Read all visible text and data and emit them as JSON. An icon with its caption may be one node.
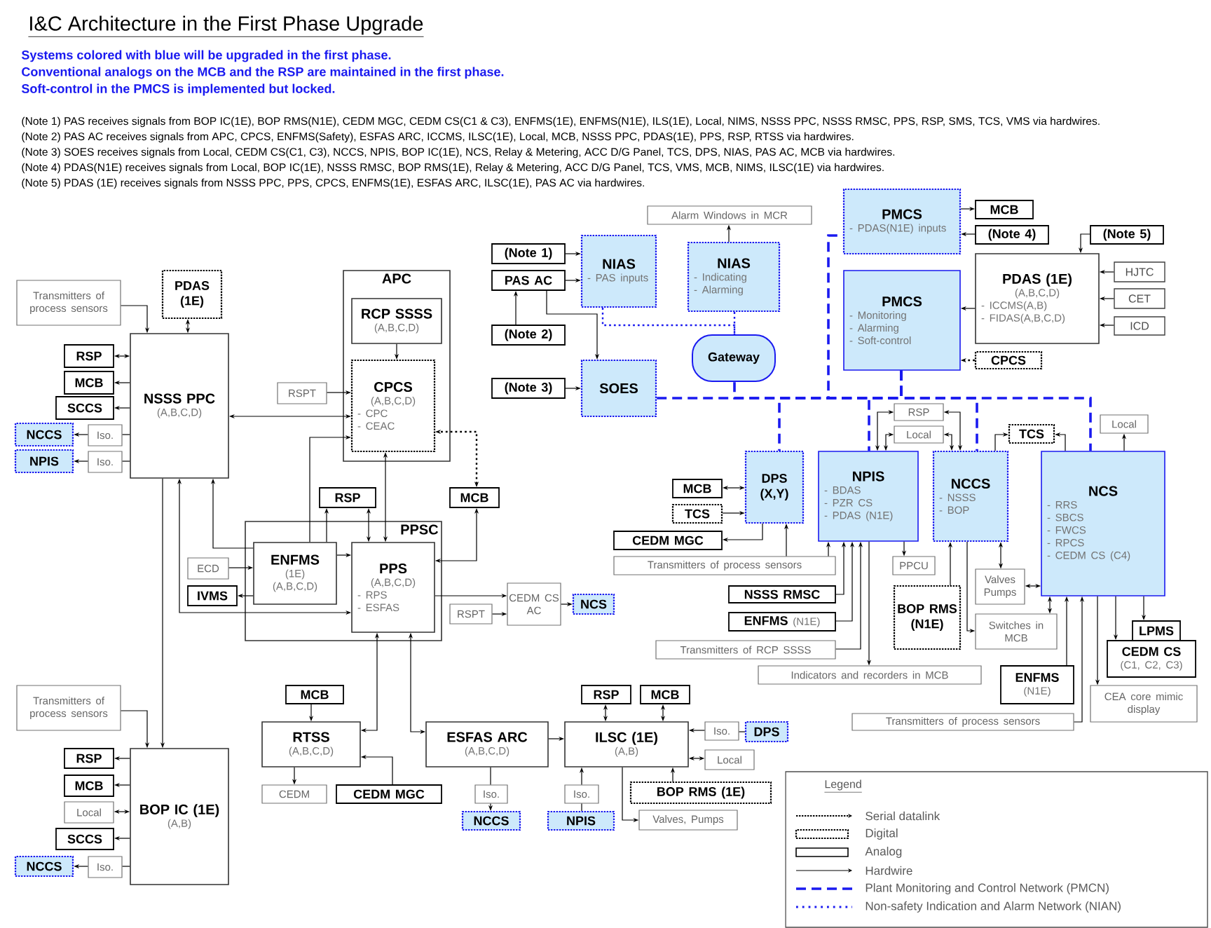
{
  "diagram": {
    "title": "I&C Architecture in the First Phase Upgrade",
    "nodes": [
      {
        "text": [
          "Transmitters of process sensors"
        ]
      },
      {
        "text": [
          "PDAS (1E)"
        ]
      },
      {
        "text": [
          "RSP"
        ]
      },
      {
        "text": [
          "MCB"
        ]
      },
      {
        "text": [
          "SCCS"
        ]
      },
      {
        "text": [
          "NCCS"
        ]
      },
      {
        "text": [
          "Iso."
        ]
      },
      {
        "text": [
          "NPIS"
        ]
      },
      {
        "text": [
          "Iso."
        ]
      },
      {
        "text": [
          "NSSS PPC",
          "(A,B,C,D)"
        ]
      },
      {
        "text": [
          "APC"
        ]
      },
      {
        "text": [
          "RCP SSSS",
          "(A,B,C,D)"
        ],
        "in": 10
      },
      {
        "text": [
          "CPCS",
          "(A,B,C,D)",
          "- CPC",
          "- CEAC"
        ],
        "in": 10
      },
      {
        "text": [
          "RSPT"
        ]
      },
      {
        "text": [
          "RSP"
        ]
      },
      {
        "text": [
          "MCB"
        ]
      },
      {
        "text": [
          "PPSC"
        ]
      },
      {
        "text": [
          "ENFMS",
          "(1E)",
          "(A,B,C,D)"
        ],
        "in": 16
      },
      {
        "text": [
          "PPS",
          "(A,B,C,D)",
          "- RPS",
          "- ESFAS"
        ],
        "in": 16
      },
      {
        "text": [
          "ECD"
        ]
      },
      {
        "text": [
          "IVMS"
        ]
      },
      {
        "text": [
          "RSPT"
        ]
      },
      {
        "text": [
          "CEDM CS AC"
        ]
      },
      {
        "text": [
          "NCS"
        ]
      },
      {
        "text": [
          "Transmitters of process sensors"
        ]
      },
      {
        "text": [
          "RSP"
        ]
      },
      {
        "text": [
          "MCB"
        ]
      },
      {
        "text": [
          "Local"
        ]
      },
      {
        "text": [
          "SCCS"
        ]
      },
      {
        "text": [
          "NCCS"
        ]
      },
      {
        "text": [
          "Iso."
        ]
      },
      {
        "text": [
          "BOP IC (1E)",
          "(A,B)"
        ]
      },
      {
        "text": [
          "MCB"
        ]
      },
      {
        "text": [
          "RTSS",
          "(A,B,C,D)"
        ]
      },
      {
        "text": [
          "CEDM"
        ]
      },
      {
        "text": [
          "CEDM MGC"
        ]
      },
      {
        "text": [
          "ESFAS ARC",
          "(A,B,C,D)"
        ]
      },
      {
        "text": [
          "Iso."
        ]
      },
      {
        "text": [
          "NCCS"
        ]
      },
      {
        "text": [
          "ILSC (1E)",
          "(A,B)"
        ]
      },
      {
        "text": [
          "RSP"
        ]
      },
      {
        "text": [
          "MCB"
        ]
      },
      {
        "text": [
          "Iso."
        ]
      },
      {
        "text": [
          "DPS"
        ]
      },
      {
        "text": [
          "Local"
        ]
      },
      {
        "text": [
          "Iso."
        ]
      },
      {
        "text": [
          "NPIS"
        ]
      },
      {
        "text": [
          "BOP RMS (1E)"
        ]
      },
      {
        "text": [
          "Valves, Pumps"
        ]
      },
      {
        "text": [
          "(Note 1)"
        ]
      },
      {
        "text": [
          "NIAS",
          "- PAS inputs"
        ]
      },
      {
        "text": [
          "PAS AC"
        ]
      },
      {
        "text": [
          "(Note 2)"
        ]
      },
      {
        "text": [
          "(Note 3)"
        ]
      },
      {
        "text": [
          "SOES"
        ]
      },
      {
        "text": [
          "Alarm Windows in MCR"
        ]
      },
      {
        "text": [
          "NIAS",
          "- Indicating",
          "- Alarming"
        ]
      },
      {
        "text": [
          "Gateway"
        ]
      },
      {
        "text": [
          "PMCS",
          "- PDAS(N1E) inputs"
        ]
      },
      {
        "text": [
          "MCB"
        ]
      },
      {
        "text": [
          "(Note 4)"
        ]
      },
      {
        "text": [
          "(Note 5)"
        ]
      },
      {
        "text": [
          "PMCS",
          "- Monitoring",
          "- Alarming",
          "- Soft-control"
        ]
      },
      {
        "text": [
          "PDAS (1E)",
          "(A,B,C,D)",
          "- ICCMS(A,B)",
          "- FIDAS(A,B,C,D)"
        ]
      },
      {
        "text": [
          "HJTC"
        ]
      },
      {
        "text": [
          "CET"
        ]
      },
      {
        "text": [
          "ICD"
        ]
      },
      {
        "text": [
          "CPCS"
        ]
      },
      {
        "text": [
          "RSP"
        ]
      },
      {
        "text": [
          "Local"
        ]
      },
      {
        "text": [
          "TCS"
        ]
      },
      {
        "text": [
          "Local"
        ]
      },
      {
        "text": [
          "MCB"
        ]
      },
      {
        "text": [
          "TCS"
        ]
      },
      {
        "text": [
          "CEDM MGC"
        ]
      },
      {
        "text": [
          "DPS (X,Y)"
        ]
      },
      {
        "text": [
          "NPIS",
          "- BDAS",
          "- PZR CS",
          "- PDAS (N1E)"
        ]
      },
      {
        "text": [
          "NCCS",
          "- NSSS",
          "- BOP"
        ]
      },
      {
        "text": [
          "NCS",
          "- RRS",
          "- SBCS",
          "- FWCS",
          "- RPCS",
          "- CEDM CS (C4)"
        ]
      },
      {
        "text": [
          "Transmitters of process sensors"
        ]
      },
      {
        "text": [
          "PPCU"
        ]
      },
      {
        "text": [
          "NSSS RMSC"
        ]
      },
      {
        "text": [
          "ENFMS",
          "(N1E)"
        ]
      },
      {
        "text": [
          "Transmitters of RCP SSSS"
        ]
      },
      {
        "text": [
          "BOP RMS (N1E)"
        ]
      },
      {
        "text": [
          "Valves Pumps"
        ]
      },
      {
        "text": [
          "Switches in MCB"
        ]
      },
      {
        "text": [
          "Indicators and recorders in MCB"
        ]
      },
      {
        "text": [
          "LPMS"
        ]
      },
      {
        "text": [
          "CEDM CS",
          "(C1, C2, C3)"
        ]
      },
      {
        "text": [
          "ENFMS",
          "(N1E)"
        ]
      },
      {
        "text": [
          "CEA core mimic display"
        ]
      },
      {
        "text": [
          "Transmitters of process sensors"
        ]
      }
    ],
    "edges": [
      {
        "from": 0,
        "to": 9,
        "arrow": "to"
      },
      {
        "from": 1,
        "to": 9,
        "arrow": "both"
      },
      {
        "from": 2,
        "to": 9,
        "arrow": "both"
      },
      {
        "from": 9,
        "to": 3,
        "arrow": "to"
      },
      {
        "from": 9,
        "to": 4,
        "arrow": "to"
      },
      {
        "from": 9,
        "to": 6,
        "arrow": "none"
      },
      {
        "from": 6,
        "to": 5,
        "arrow": "to"
      },
      {
        "from": 9,
        "to": 8,
        "arrow": "none"
      },
      {
        "from": 8,
        "to": 7,
        "arrow": "to"
      },
      {
        "from": 9,
        "to": 12,
        "arrow": "both"
      },
      {
        "from": 13,
        "to": 12,
        "arrow": "to"
      },
      {
        "from": 11,
        "to": 12,
        "arrow": "to"
      },
      {
        "from": 15,
        "to": 12,
        "arrow": "both",
        "style": "dashed"
      },
      {
        "from": 12,
        "to": 18,
        "arrow": "both"
      },
      {
        "from": 17,
        "to": 12,
        "arrow": "to"
      },
      {
        "from": 17,
        "to": 14,
        "arrow": "to"
      },
      {
        "from": 14,
        "to": 18,
        "arrow": "both"
      },
      {
        "from": 18,
        "to": 15,
        "arrow": "both"
      },
      {
        "from": 17,
        "to": 18,
        "arrow": "to"
      },
      {
        "from": 19,
        "to": 17,
        "arrow": "to"
      },
      {
        "from": 17,
        "to": 20,
        "arrow": "to"
      },
      {
        "from": 17,
        "to": 9,
        "arrow": "to"
      },
      {
        "from": 9,
        "to": 18,
        "arrow": "both"
      },
      {
        "from": 9,
        "to": 31,
        "arrow": "to"
      },
      {
        "from": 18,
        "to": 22,
        "arrow": "to"
      },
      {
        "from": 21,
        "to": 22,
        "arrow": "to"
      },
      {
        "from": 22,
        "to": 23,
        "arrow": "to"
      },
      {
        "from": 18,
        "to": 33,
        "arrow": "both"
      },
      {
        "from": 18,
        "to": 36,
        "arrow": "both"
      },
      {
        "from": 32,
        "to": 33,
        "arrow": "to"
      },
      {
        "from": 33,
        "to": 34,
        "arrow": "to"
      },
      {
        "from": 35,
        "to": 33,
        "arrow": "to"
      },
      {
        "from": 36,
        "to": 39,
        "arrow": "to"
      },
      {
        "from": 36,
        "to": 37,
        "arrow": "none"
      },
      {
        "from": 37,
        "to": 38,
        "arrow": "to"
      },
      {
        "from": 40,
        "to": 39,
        "arrow": "both"
      },
      {
        "from": 41,
        "to": 39,
        "arrow": "both"
      },
      {
        "from": 42,
        "to": 39,
        "arrow": "to"
      },
      {
        "from": 43,
        "to": 42,
        "arrow": "none"
      },
      {
        "from": 39,
        "to": 44,
        "arrow": "both"
      },
      {
        "from": 45,
        "to": 39,
        "arrow": "to"
      },
      {
        "from": 46,
        "to": 45,
        "arrow": "none"
      },
      {
        "from": 47,
        "to": 39,
        "arrow": "to"
      },
      {
        "from": 39,
        "to": 48,
        "arrow": "to"
      },
      {
        "from": 24,
        "to": 31,
        "arrow": "to"
      },
      {
        "from": 31,
        "to": 25,
        "arrow": "to"
      },
      {
        "from": 31,
        "to": 26,
        "arrow": "to"
      },
      {
        "from": 31,
        "to": 27,
        "arrow": "both"
      },
      {
        "from": 31,
        "to": 28,
        "arrow": "to"
      },
      {
        "from": 31,
        "to": 30,
        "arrow": "none"
      },
      {
        "from": 30,
        "to": 29,
        "arrow": "to"
      },
      {
        "from": 49,
        "to": 50,
        "arrow": "to"
      },
      {
        "from": 51,
        "to": 50,
        "arrow": "to"
      },
      {
        "from": 52,
        "to": 51,
        "arrow": "to"
      },
      {
        "from": 51,
        "to": 54,
        "arrow": "to"
      },
      {
        "from": 53,
        "to": 54,
        "arrow": "to"
      },
      {
        "from": 56,
        "to": 55,
        "arrow": "to"
      },
      {
        "from": 50,
        "to": 57,
        "arrow": "none",
        "style": "dashed",
        "color": "#1a1af0"
      },
      {
        "from": 56,
        "to": 57,
        "arrow": "none",
        "style": "dashed",
        "color": "#1a1af0"
      },
      {
        "from": 58,
        "to": 59,
        "arrow": "to"
      },
      {
        "from": 60,
        "to": 58,
        "arrow": "to"
      },
      {
        "from": 61,
        "to": 63,
        "arrow": "to"
      },
      {
        "from": 64,
        "to": 63,
        "arrow": "to"
      },
      {
        "from": 65,
        "to": 63,
        "arrow": "to"
      },
      {
        "from": 66,
        "to": 63,
        "arrow": "to"
      },
      {
        "from": 63,
        "to": 62,
        "arrow": "to"
      },
      {
        "from": 67,
        "to": 62,
        "arrow": "to",
        "style": "dashed"
      },
      {
        "from": 62,
        "to": 54,
        "arrow": "none",
        "style": "dashed",
        "color": "#1a1af0"
      },
      {
        "from": 62,
        "to": 57,
        "arrow": "none",
        "style": "dashed",
        "color": "#1a1af0"
      },
      {
        "from": 62,
        "to": 58,
        "arrow": "none",
        "style": "dashed",
        "color": "#1a1af0"
      },
      {
        "from": 62,
        "to": 75,
        "arrow": "none",
        "style": "dashed",
        "color": "#1a1af0"
      },
      {
        "from": 62,
        "to": 76,
        "arrow": "none",
        "style": "dashed",
        "color": "#1a1af0"
      },
      {
        "from": 62,
        "to": 77,
        "arrow": "none",
        "style": "dashed",
        "color": "#1a1af0"
      },
      {
        "from": 62,
        "to": 78,
        "arrow": "none",
        "style": "dashed",
        "color": "#1a1af0"
      },
      {
        "from": 76,
        "to": 68,
        "arrow": "both"
      },
      {
        "from": 77,
        "to": 68,
        "arrow": "both"
      },
      {
        "from": 76,
        "to": 69,
        "arrow": "both"
      },
      {
        "from": 77,
        "to": 69,
        "arrow": "both"
      },
      {
        "from": 77,
        "to": 70,
        "arrow": "to"
      },
      {
        "from": 78,
        "to": 70,
        "arrow": "to"
      },
      {
        "from": 78,
        "to": 71,
        "arrow": "to"
      },
      {
        "from": 72,
        "to": 75,
        "arrow": "both"
      },
      {
        "from": 73,
        "to": 75,
        "arrow": "to"
      },
      {
        "from": 75,
        "to": 74,
        "arrow": "to"
      },
      {
        "from": 79,
        "to": 75,
        "arrow": "to"
      },
      {
        "from": 79,
        "to": 76,
        "arrow": "to"
      },
      {
        "from": 81,
        "to": 76,
        "arrow": "to"
      },
      {
        "from": 82,
        "to": 76,
        "arrow": "to"
      },
      {
        "from": 83,
        "to": 76,
        "arrow": "to"
      },
      {
        "from": 76,
        "to": 87,
        "arrow": "to"
      },
      {
        "from": 76,
        "to": 80,
        "arrow": "to"
      },
      {
        "from": 84,
        "to": 77,
        "arrow": "to"
      },
      {
        "from": 77,
        "to": 86,
        "arrow": "to"
      },
      {
        "from": 77,
        "to": 85,
        "arrow": "both"
      },
      {
        "from": 85,
        "to": 78,
        "arrow": "both"
      },
      {
        "from": 86,
        "to": 78,
        "arrow": "both"
      },
      {
        "from": 90,
        "to": 78,
        "arrow": "to"
      },
      {
        "from": 92,
        "to": 78,
        "arrow": "to"
      },
      {
        "from": 78,
        "to": 91,
        "arrow": "to"
      },
      {
        "from": 78,
        "to": 89,
        "arrow": "to"
      },
      {
        "from": 78,
        "to": 88,
        "arrow": "to"
      }
    ],
    "labels": [
      "Systems colored with blue will be upgraded in the first phase.",
      "Conventional analogs on the MCB and the RSP are maintained in the first phase.",
      "Soft-control in the PMCS is implemented but locked.",
      "(Note 1) PAS receives signals from BOP IC(1E), BOP RMS(N1E), CEDM MGC, CEDM CS(C1 & C3), ENFMS(1E), ENFMS(N1E), ILS(1E), Local, NIMS, NSSS PPC, NSSS RMSC, PPS, RSP, SMS, TCS, VMS via hardwires.",
      "(Note 2) PAS AC receives signals from APC, CPCS, ENFMS(Safety), ESFAS ARC, ICCMS, ILSC(1E), Local, MCB, NSSS PPC, PDAS(1E), PPS, RSP, RTSS via hardwires.",
      "(Note 3) SOES receives signals from Local, CEDM CS(C1, C3), NCCS, NPIS, BOP IC(1E), NCS, Relay & Metering, ACC D/G Panel, TCS, DPS, NIAS, PAS AC, MCB via hardwires.",
      "(Note 4) PDAS(N1E) receives signals from Local, BOP IC(1E), NSSS RMSC, BOP RMS(1E), Relay & Metering, ACC D/G Panel, TCS, VMS, MCB, NIMS, ILSC(1E) via hardwires.",
      "(Note 5) PDAS (1E) receives signals from NSSS PPC, PPS, CPCS, ENFMS(1E), ESFAS ARC, ILSC(1E), PAS AC via hardwires.",
      "Legend"
    ],
    "legend": [
      {
        "text": "Serial datalink"
      },
      {
        "text": "Digital"
      },
      {
        "text": "Analog"
      },
      {
        "text": "Hardwire"
      },
      {
        "text": "Plant Monitoring and Control Network (PMCN)"
      },
      {
        "text": "Non-safety Indication and Alarm Network (NIAN)"
      }
    ]
  }
}
